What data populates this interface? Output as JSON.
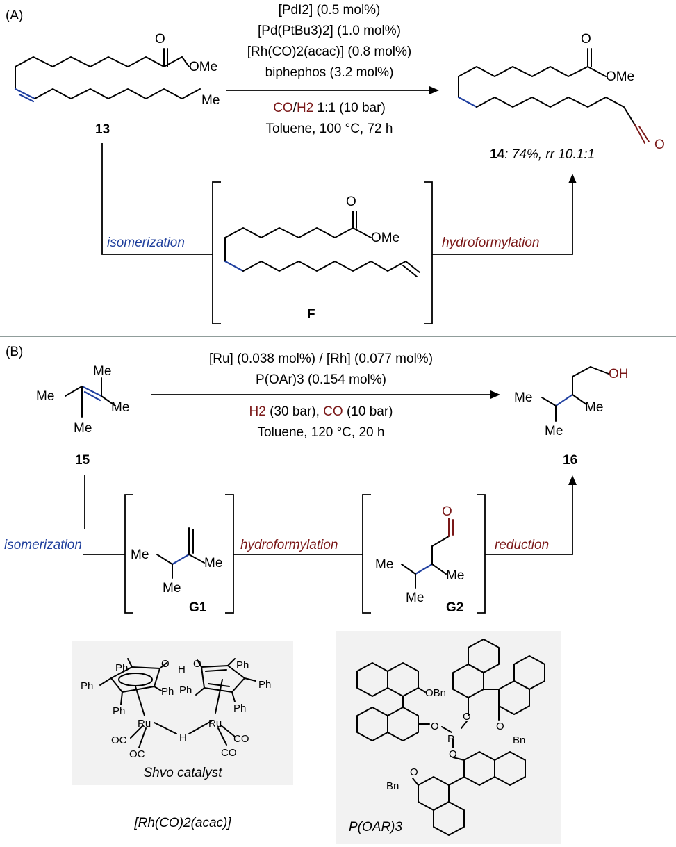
{
  "panel_a": {
    "label": "(A)",
    "conditions": [
      "[PdI2] (0.5 mol%)",
      "[Pd(PtBu3)2] (1.0 mol%)",
      "[Rh(CO)2(acac)] (0.8 mol%)",
      "biphephos (3.2 mol%)"
    ],
    "gas_co": "CO",
    "gas_slash": "/",
    "gas_h2": "H2",
    "gas_rest": " 1:1 (10 bar)",
    "solvent": "Toluene, 100 °C, 72 h",
    "sm_label": "13",
    "sm_ome": "OMe",
    "sm_o": "O",
    "sm_me": "Me",
    "product_label": "14",
    "product_yield": ": 74%, rr 10.1:1",
    "product_ome": "OMe",
    "product_o": "O",
    "product_cho_o": "O",
    "step1": "isomerization",
    "step2": "hydroformylation",
    "intermediate_label": "F",
    "int_ome": "OMe",
    "int_o": "O"
  },
  "panel_b": {
    "label": "(B)",
    "cond1": "[Ru] (0.038 mol%) / [Rh] (0.077 mol%)",
    "cond2": "P(OAr)3 (0.154 mol%)",
    "h2": "H2",
    "h2_rest": " (30 bar), ",
    "co": "CO",
    "co_rest": " (10 bar)",
    "solvent": "Toluene, 120 °C, 20 h",
    "sm_label": "15",
    "product_label": "16",
    "product_oh": "OH",
    "step1": "isomerization",
    "step2": "hydroformylation",
    "step3": "reduction",
    "g1_label": "G1",
    "g2_label": "G2",
    "g2_o": "O",
    "me": "Me",
    "shvo_caption": "Shvo catalyst",
    "rh_caption": "[Rh(CO)2(acac)]",
    "pl_caption": "P(OAR)3",
    "ph": "Ph",
    "ru": "Ru",
    "h": "H",
    "oc": "OC",
    "co_lig": "CO",
    "o": "O",
    "p": "P",
    "obn": "OBn",
    "bn": "Bn"
  },
  "colors": {
    "blue": "#1f3f9c",
    "red": "#7a1818"
  }
}
